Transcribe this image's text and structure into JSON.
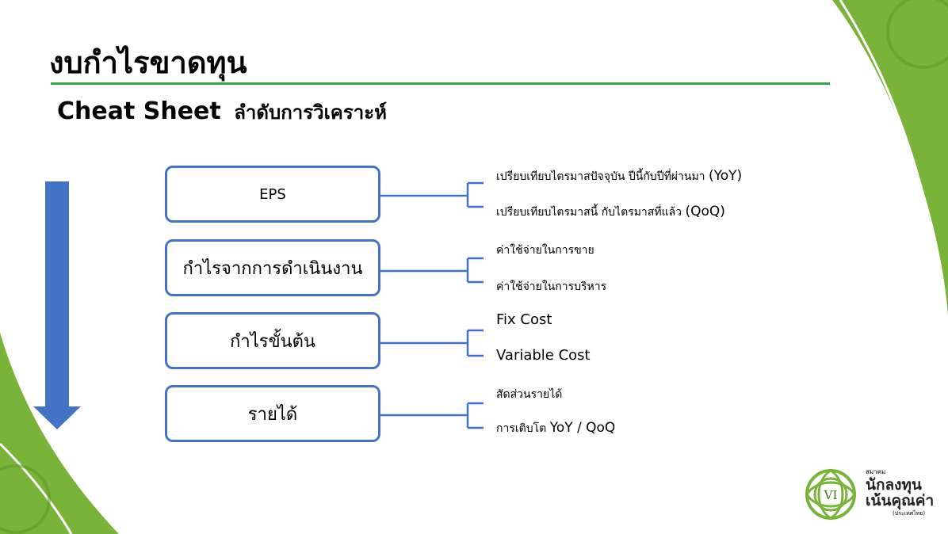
{
  "title": "งบกำไรขาดทุน",
  "subtitle": {
    "en": "Cheat Sheet",
    "th": "ลำดับการวิเคราะห์"
  },
  "steps": [
    {
      "label": "EPS",
      "items": [
        {
          "th": "เปรียบเทียบไตรมาสปัจจุบัน ปีนี้กับปีที่ผ่านมา",
          "en": "(YoY)"
        },
        {
          "th": "เปรียบเทียบไตรมาสนี้ กับไตรมาสที่แล้ว",
          "en": "(QoQ)"
        }
      ]
    },
    {
      "label": "กำไรจากการดำเนินงาน",
      "items": [
        {
          "th": "ค่าใช้จ่ายในการขาย",
          "en": ""
        },
        {
          "th": "ค่าใช้จ่ายในการบริหาร",
          "en": ""
        }
      ]
    },
    {
      "label": "กำไรขั้นต้น",
      "items": [
        {
          "th": "",
          "en": "Fix Cost"
        },
        {
          "th": "",
          "en": "Variable Cost"
        }
      ]
    },
    {
      "label": "รายได้",
      "items": [
        {
          "th": "สัดส่วนรายได้",
          "en": ""
        },
        {
          "th": "การเติบโต",
          "en": "YoY / QoQ"
        }
      ]
    }
  ],
  "logo": {
    "emblem": "VI",
    "small": "สมาคม",
    "line1": "นักลงทุน",
    "line2": "เน้นคุณค่า",
    "sub": "(ประเทศไทย)"
  },
  "colors": {
    "box_border": "#4472c4",
    "arrow": "#4472c4",
    "rule": "#3aa14b",
    "decor_green": "#7ab33a"
  }
}
